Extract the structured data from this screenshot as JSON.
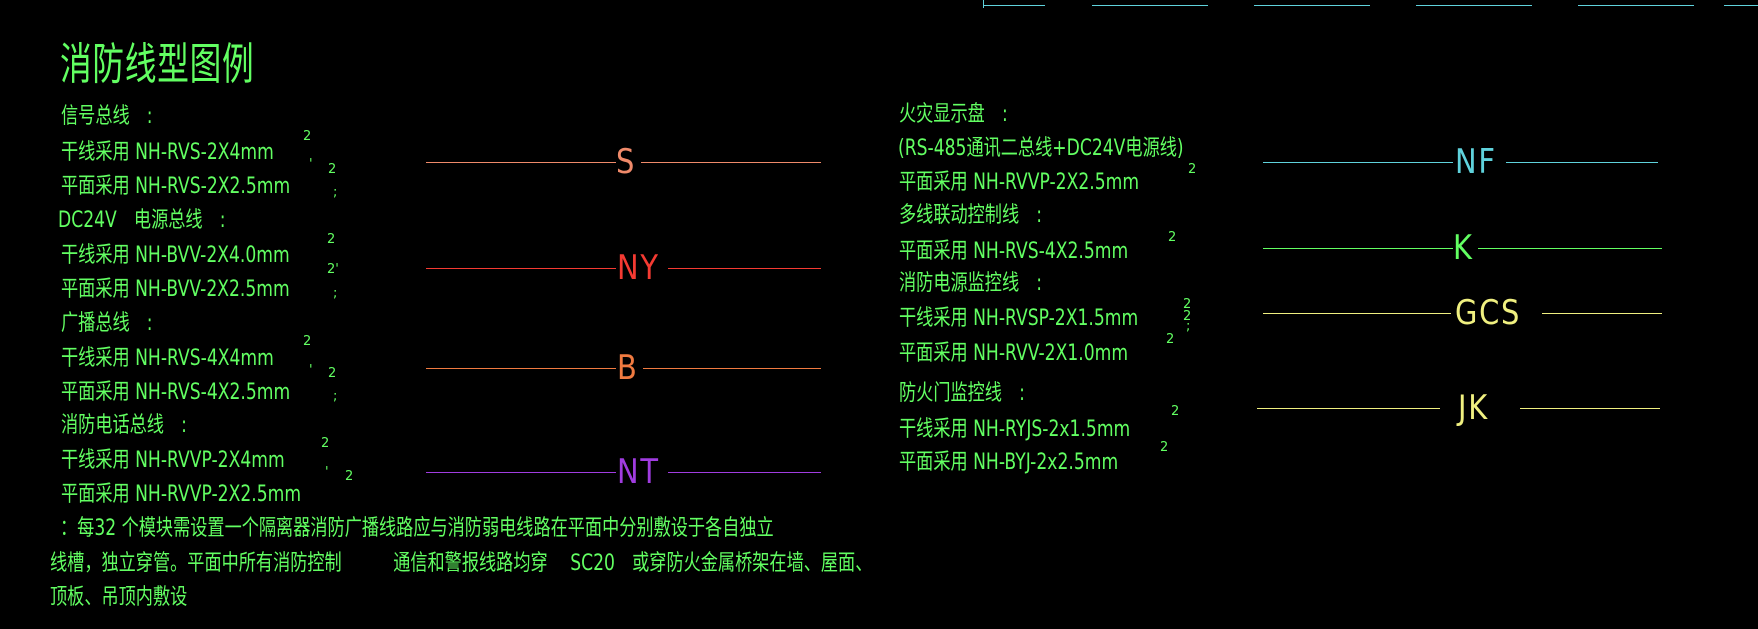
{
  "title": "消防线型图例",
  "left_groups": [
    {
      "header": "信号总线　:",
      "lines": [
        "干线采用 NH-RVS-2X4mm",
        "平面采用 NH-RVS-2X2.5mm"
      ],
      "sup1": "2",
      "mid1": "'",
      "sup2": "2",
      "semi": ";"
    },
    {
      "header": "DC24V　电源总线　:",
      "lines": [
        "干线采用 NH-BVV-2X4.0mm",
        "平面采用 NH-BVV-2X2.5mm"
      ],
      "sup1": "2",
      "mid1": "2'",
      "sup2": "",
      "semi": ";"
    },
    {
      "header": "广播总线　:",
      "lines": [
        "干线采用 NH-RVS-4X4mm",
        "平面采用 NH-RVS-4X2.5mm"
      ],
      "sup1": "2",
      "mid1": "'",
      "sup2": "2",
      "semi": ";"
    },
    {
      "header": "消防电话总线　:",
      "lines": [
        "干线采用 NH-RVVP-2X4mm",
        "平面采用 NH-RVVP-2X2.5mm"
      ],
      "sup1": "2",
      "mid1": "'",
      "sup2": "2",
      "semi": ""
    }
  ],
  "right_groups": [
    {
      "header": "火灾显示盘　:",
      "lines": [
        "(RS-485通讯二总线+DC24V电源线)",
        "平面采用 NH-RVVP-2X2.5mm"
      ],
      "sup": "2"
    },
    {
      "header": "多线联动控制线　:",
      "lines": [
        "平面采用 NH-RVS-4X2.5mm"
      ],
      "sup": "2"
    },
    {
      "header": "消防电源监控线　:",
      "lines": [
        "干线采用 NH-RVSP-2X1.5mm",
        "平面采用 NH-RVV-2X1.0mm"
      ],
      "sup": "2",
      "sup_b": "2",
      "semi": ";",
      "sup_c": "2"
    },
    {
      "header": "防火门监控线　:",
      "lines": [
        "干线采用 NH-RYJS-2x1.5mm",
        "平面采用 NH-BYJ-2x2.5mm"
      ],
      "sup": "2",
      "sup_b": "2"
    }
  ],
  "legend_left": [
    {
      "label": "S",
      "color": "#f08a6a"
    },
    {
      "label": "NY",
      "color": "#f43a32"
    },
    {
      "label": "B",
      "color": "#f07a40"
    },
    {
      "label": "NT",
      "color": "#a03ce0"
    }
  ],
  "legend_right": [
    {
      "label": "NF",
      "color": "#5fd2dc"
    },
    {
      "label": "K",
      "color": "#62ff62"
    },
    {
      "label": "GCS",
      "color": "#f0f080"
    },
    {
      "label": "JK",
      "color": "#f0f080"
    }
  ],
  "notes": [
    "：每32 个模块需设置一个隔离器消防广播线路应与消防弱电线路在平面中分别敷设于各自独立",
    "线槽，独立穿管。平面中所有消防控制　　　通信和警报线路均穿　 SC20　或穿防火金属桥架在墙、屋面、",
    "顶板、吊顶内敷设"
  ],
  "colors": {
    "background": "#000000",
    "text": "#62ff62",
    "top_marks": "#5fd2dc"
  }
}
